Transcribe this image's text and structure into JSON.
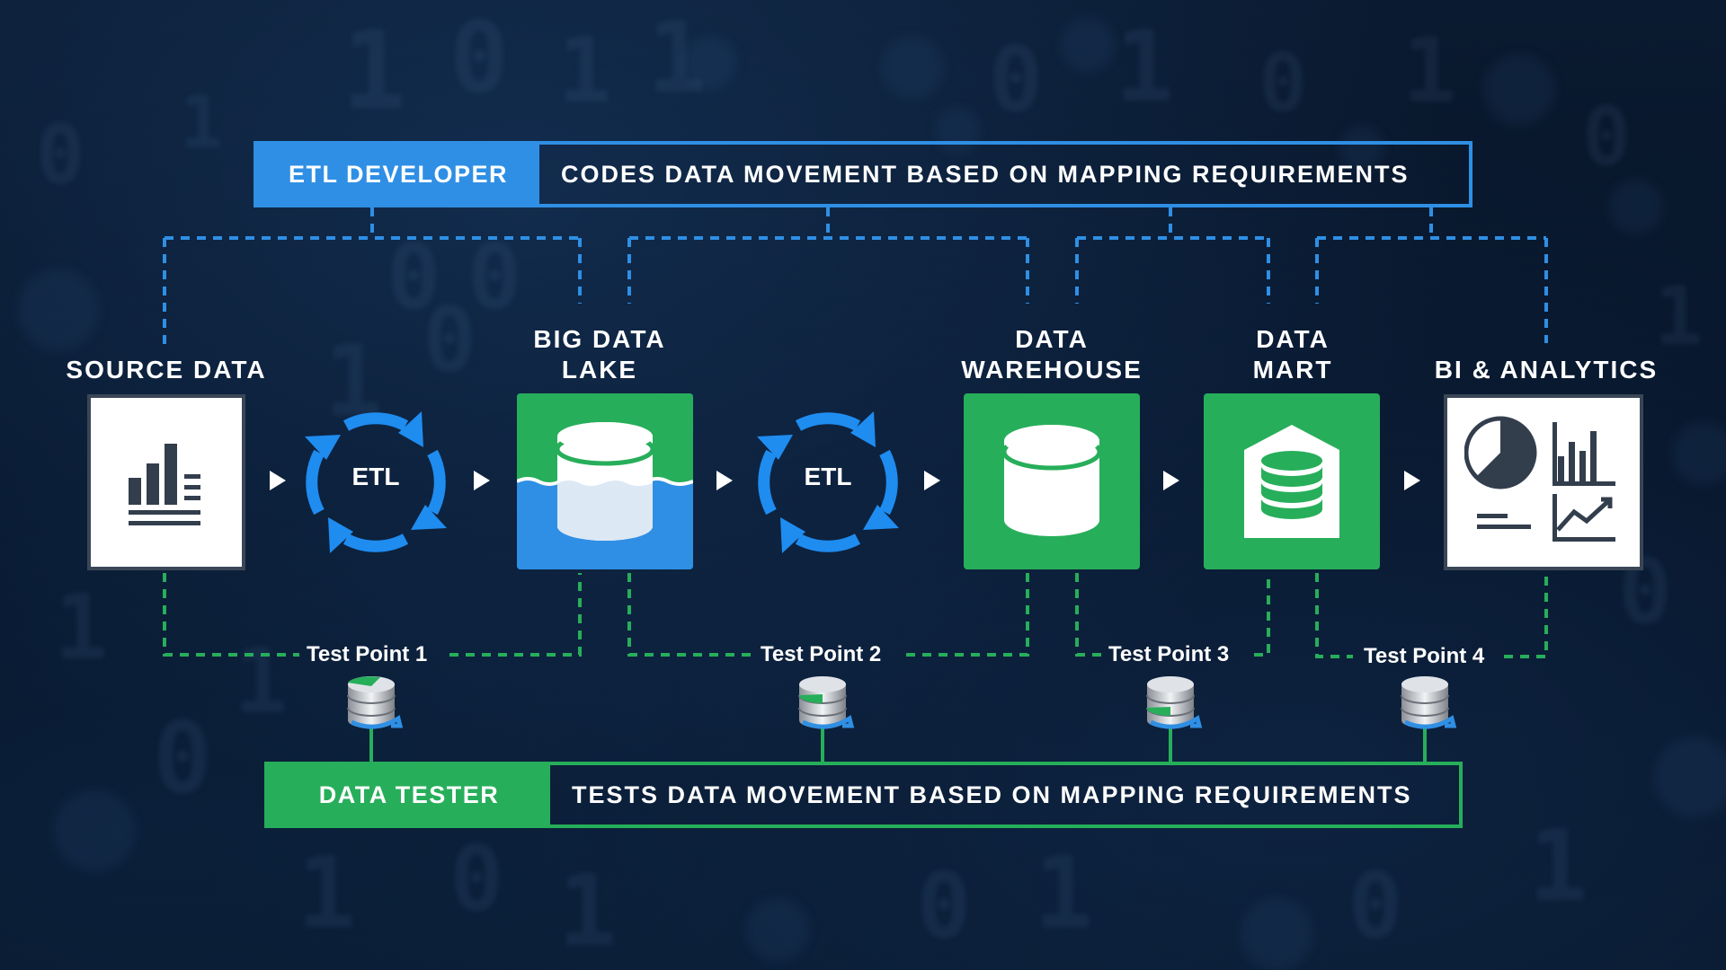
{
  "developer": {
    "tag": "ETL DEVELOPER",
    "description": "CODES DATA MOVEMENT BASED ON MAPPING REQUIREMENTS"
  },
  "tester": {
    "tag": "DATA TESTER",
    "description": "TESTS DATA MOVEMENT BASED ON MAPPING REQUIREMENTS"
  },
  "stages": [
    {
      "label": "SOURCE DATA",
      "icon": "bar-chart-document-icon"
    },
    {
      "label": "BIG DATA\nLAKE",
      "icon": "data-lake-cylinder-icon"
    },
    {
      "label": "DATA\nWAREHOUSE",
      "icon": "database-cylinder-icon"
    },
    {
      "label": "DATA\nMART",
      "icon": "database-stack-icon"
    },
    {
      "label": "BI & ANALYTICS",
      "icon": "analytics-dashboard-icon"
    }
  ],
  "etl_steps": [
    {
      "label": "ETL",
      "icon": "refresh-cycle-icon"
    },
    {
      "label": "ETL",
      "icon": "refresh-cycle-icon"
    }
  ],
  "test_points": [
    {
      "label": "Test Point 1",
      "icon": "database-test-icon"
    },
    {
      "label": "Test Point 2",
      "icon": "database-test-icon"
    },
    {
      "label": "Test Point 3",
      "icon": "database-test-icon"
    },
    {
      "label": "Test Point 4",
      "icon": "database-test-icon"
    }
  ],
  "colors": {
    "developer_blue": "#2f8fe4",
    "tester_green": "#27ae5a",
    "etl_cycle_blue": "#1f8cf0",
    "background": "#06101f",
    "icon_dark": "#333e4d"
  }
}
